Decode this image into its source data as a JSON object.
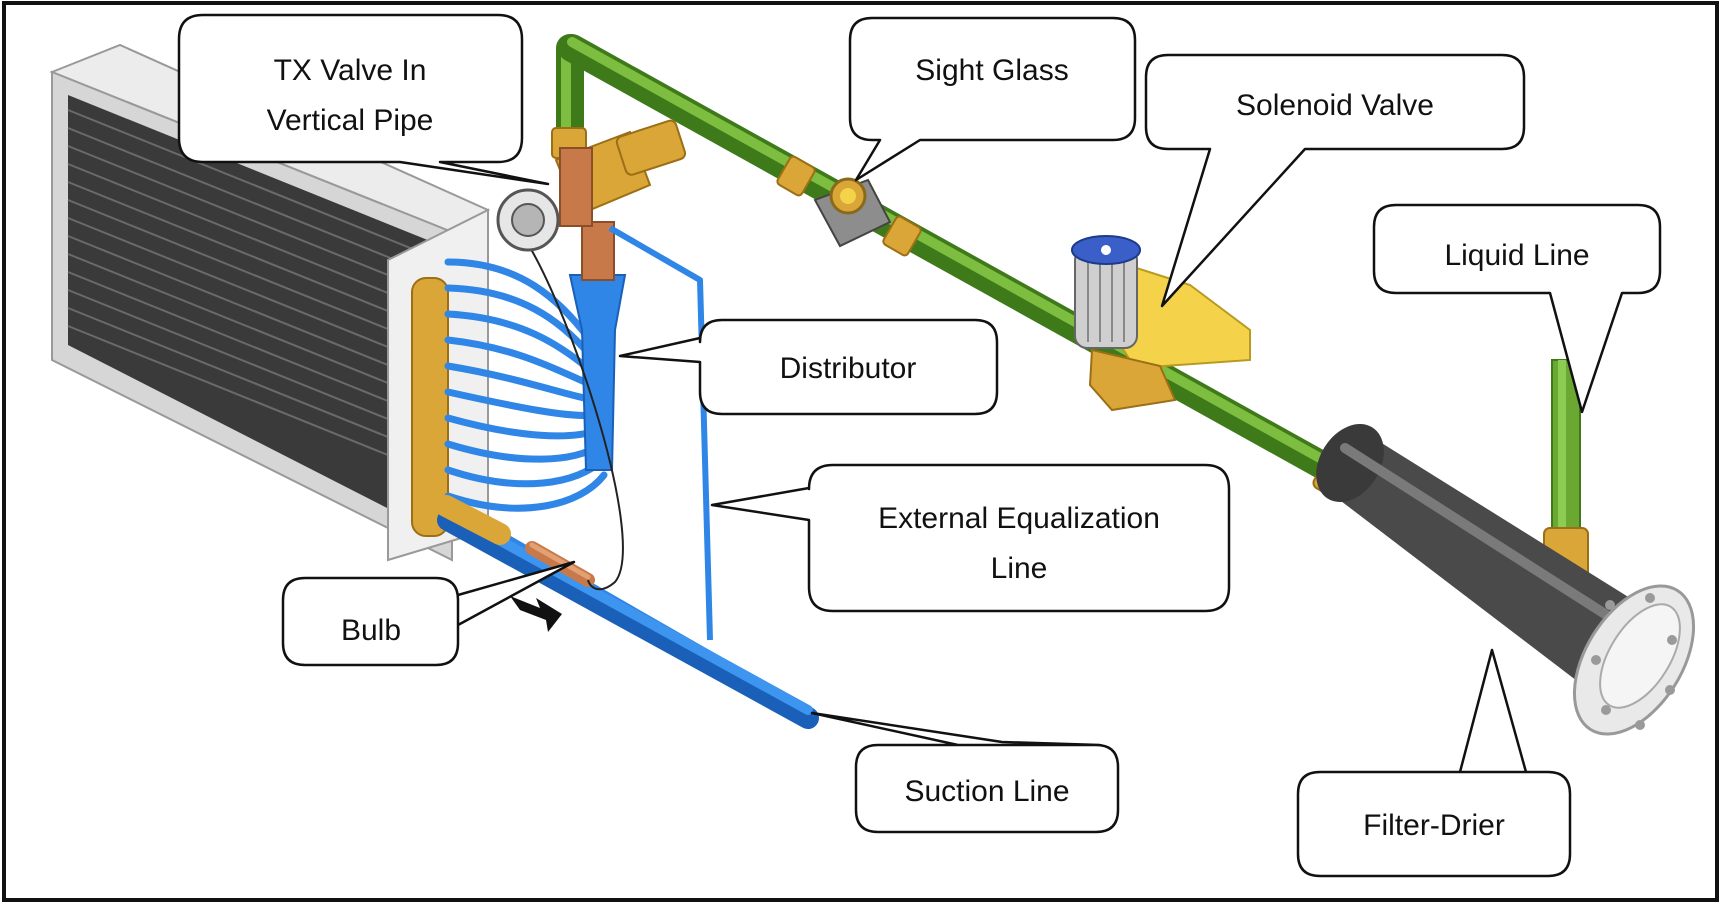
{
  "colors": {
    "frame": "#111111",
    "liquid_line": "#6aa832",
    "liquid_line_dark": "#3e7a1a",
    "suction_line": "#2f86e6",
    "suction_line_dark": "#1a5fb8",
    "brass": "#d9a637",
    "brass_dark": "#9c6f16",
    "copper": "#c8794a",
    "solenoid_coil": "#f4d24a",
    "drier": "#4a4a4a",
    "coil_fins": "#3a3a3a",
    "coil_frame": "#d8d8d8",
    "callout_fill": "#ffffff",
    "callout_stroke": "#111111"
  },
  "labels": {
    "tx_valve": [
      "TX Valve In",
      "Vertical Pipe"
    ],
    "sight_glass": [
      "Sight Glass"
    ],
    "solenoid_valve": [
      "Solenoid Valve"
    ],
    "liquid_line": [
      "Liquid Line"
    ],
    "distributor": [
      "Distributor"
    ],
    "external_equalization": [
      "External Equalization",
      "Line"
    ],
    "bulb": [
      "Bulb"
    ],
    "suction_line": [
      "Suction Line"
    ],
    "filter_drier": [
      "Filter-Drier"
    ]
  }
}
